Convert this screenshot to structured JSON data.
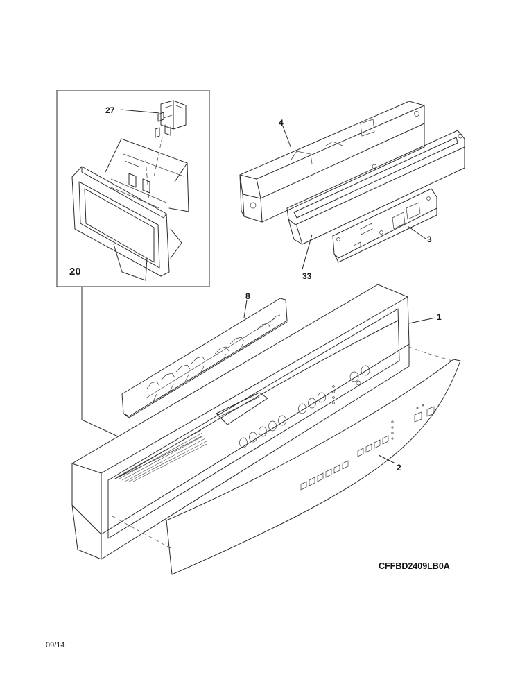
{
  "diagram": {
    "model_code": "CFFBD2409LB0A",
    "date_code": "09/14",
    "callouts": {
      "c27": "27",
      "c20": "20",
      "c4": "4",
      "c3": "3",
      "c33": "33",
      "c8": "8",
      "c1": "1",
      "c2": "2"
    }
  }
}
